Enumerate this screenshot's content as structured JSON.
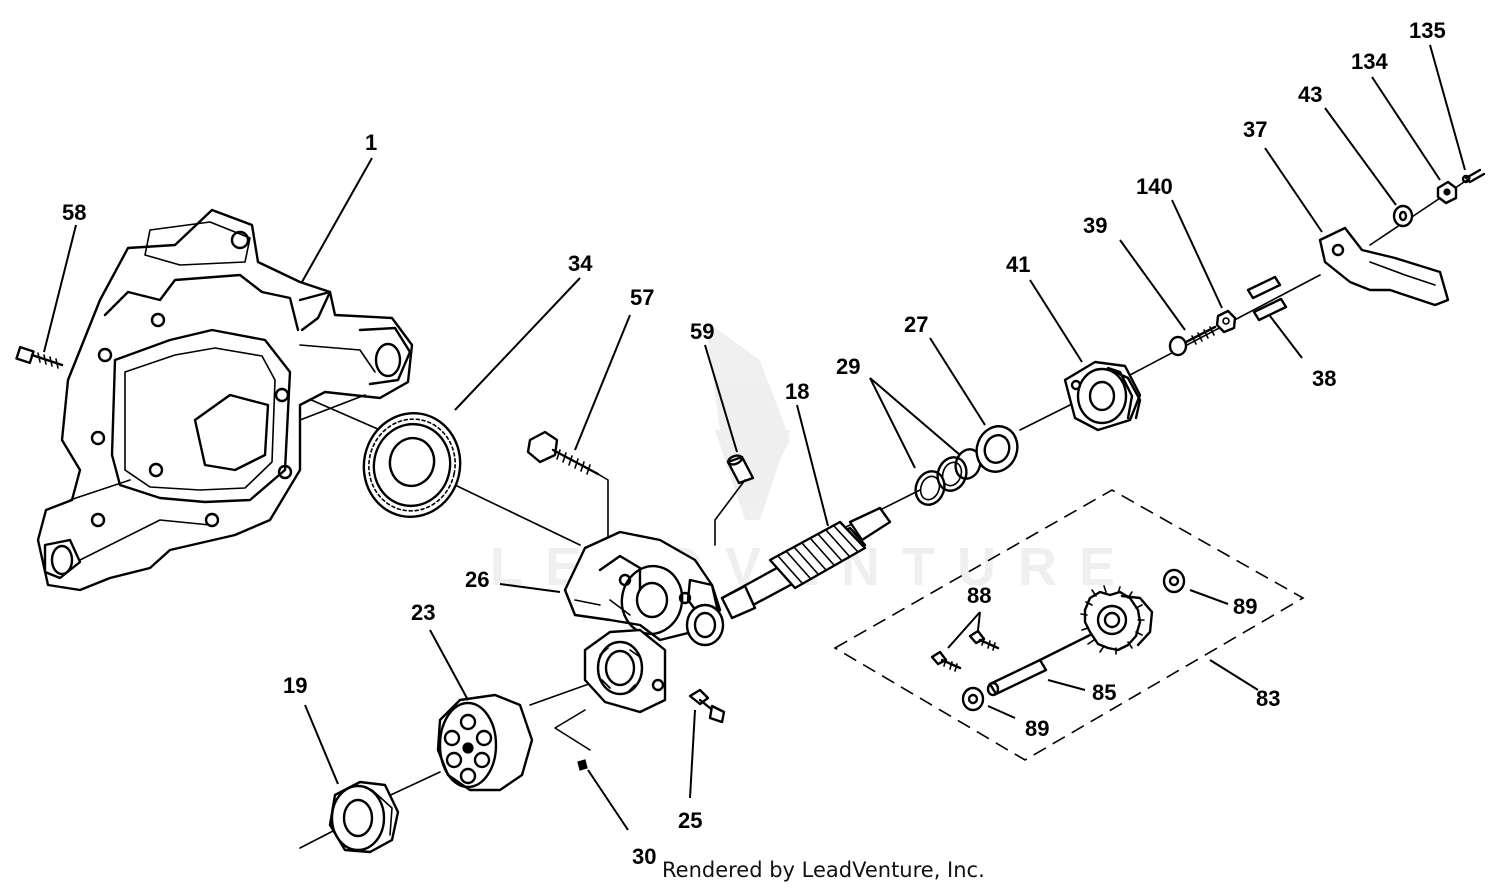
{
  "parts": [
    {
      "ref": "1"
    },
    {
      "ref": "58"
    },
    {
      "ref": "34"
    },
    {
      "ref": "57"
    },
    {
      "ref": "59"
    },
    {
      "ref": "18"
    },
    {
      "ref": "29"
    },
    {
      "ref": "27"
    },
    {
      "ref": "41"
    },
    {
      "ref": "39"
    },
    {
      "ref": "140"
    },
    {
      "ref": "37"
    },
    {
      "ref": "43"
    },
    {
      "ref": "134"
    },
    {
      "ref": "135"
    },
    {
      "ref": "38"
    },
    {
      "ref": "26"
    },
    {
      "ref": "23"
    },
    {
      "ref": "19"
    },
    {
      "ref": "30"
    },
    {
      "ref": "25"
    },
    {
      "ref": "88"
    },
    {
      "ref": "89"
    },
    {
      "ref": "85"
    },
    {
      "ref": "83"
    }
  ],
  "footer": {
    "credit": "Rendered by LeadVenture, Inc."
  },
  "watermark": {
    "text": "LEADVENTURE"
  }
}
